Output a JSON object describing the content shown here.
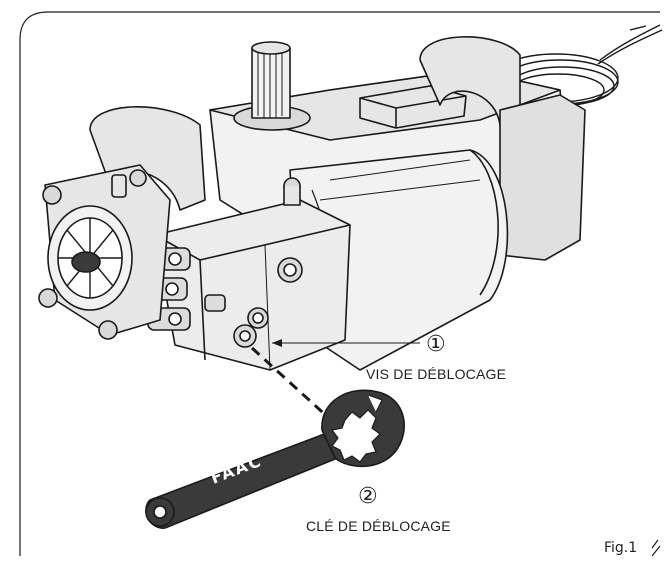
{
  "callouts": [
    {
      "number": "①",
      "label": "VIS DE DÉBLOCAGE"
    },
    {
      "number": "②",
      "label": "CLÉ DE DÉBLOCAGE"
    }
  ],
  "figure_label": "Fig.1",
  "wrench_brand": "FAAC",
  "colors": {
    "line": "#1a1a1a",
    "fill_light": "#f2f2f2",
    "fill_mid": "#d9d9d9",
    "wrench": "#3a3a3a"
  }
}
